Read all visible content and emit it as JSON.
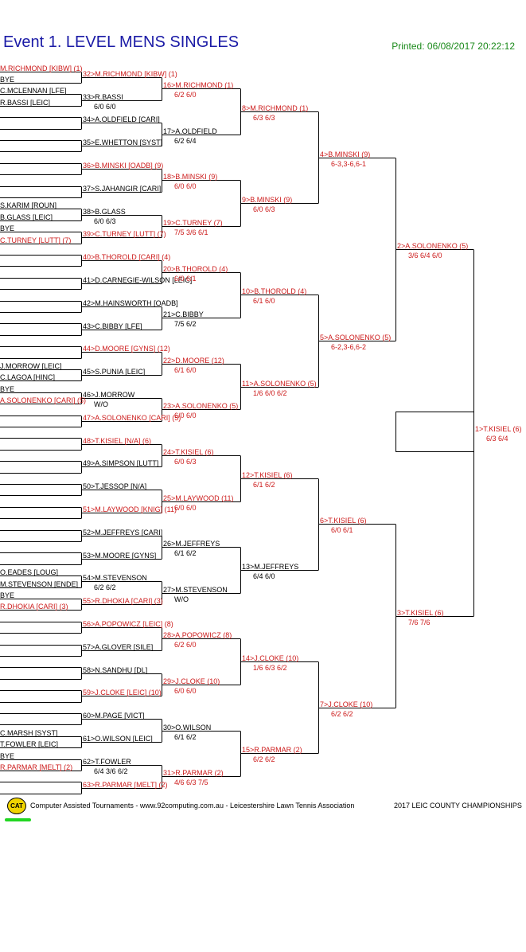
{
  "header": {
    "title": "Event 1. LEVEL MENS SINGLES",
    "printed": "Printed: 06/08/2017 20:22:12"
  },
  "footer": {
    "logo_text": "CAT",
    "credit": "Computer Assisted Tournaments - www.92computing.com.au -  Leicestershire Lawn Tennis Association",
    "event": "2017 LEIC COUNTY CHAMPIONSHIPS"
  },
  "draw": {
    "round1": [
      [
        "M.RICHMOND [KIBW] (1)",
        "red"
      ],
      [
        "BYE",
        "blk"
      ],
      [
        "C.MCLENNAN [LFE]",
        "blk"
      ],
      [
        "R.BASSI [LEIC]",
        "blk"
      ],
      [
        "",
        "blk"
      ],
      [
        "",
        "blk"
      ],
      [
        "",
        "blk"
      ],
      [
        "",
        "blk"
      ],
      [
        "",
        "blk"
      ],
      [
        "",
        "blk"
      ],
      [
        "",
        "blk"
      ],
      [
        "",
        "blk"
      ],
      [
        "S.KARIM [ROUN]",
        "blk"
      ],
      [
        "B.GLASS [LEIC]",
        "blk"
      ],
      [
        "BYE",
        "blk"
      ],
      [
        "C.TURNEY [LUTT] (7)",
        "red"
      ],
      [
        "",
        "blk"
      ],
      [
        "",
        "blk"
      ],
      [
        "",
        "blk"
      ],
      [
        "",
        "blk"
      ],
      [
        "",
        "blk"
      ],
      [
        "",
        "blk"
      ],
      [
        "",
        "blk"
      ],
      [
        "",
        "blk"
      ],
      [
        "",
        "blk"
      ],
      [
        "",
        "blk"
      ],
      [
        "J.MORROW [LEIC]",
        "blk"
      ],
      [
        "C.LAGOA [HINC]",
        "blk"
      ],
      [
        "BYE",
        "blk"
      ],
      [
        "A.SOLONENKO [CARI] (5)",
        "red"
      ],
      [
        "",
        "blk"
      ],
      [
        "",
        "blk"
      ],
      [
        "",
        "blk"
      ],
      [
        "",
        "blk"
      ],
      [
        "",
        "blk"
      ],
      [
        "",
        "blk"
      ],
      [
        "",
        "blk"
      ],
      [
        "",
        "blk"
      ],
      [
        "",
        "blk"
      ],
      [
        "",
        "blk"
      ],
      [
        "",
        "blk"
      ],
      [
        "",
        "blk"
      ],
      [
        "",
        "blk"
      ],
      [
        "",
        "blk"
      ],
      [
        "O.EADES [LOUG]",
        "blk"
      ],
      [
        "M.STEVENSON [ENDE]",
        "blk"
      ],
      [
        "BYE",
        "blk"
      ],
      [
        "R.DHOKIA [CARI] (3)",
        "red"
      ],
      [
        "",
        "blk"
      ],
      [
        "",
        "blk"
      ],
      [
        "",
        "blk"
      ],
      [
        "",
        "blk"
      ],
      [
        "",
        "blk"
      ],
      [
        "",
        "blk"
      ],
      [
        "",
        "blk"
      ],
      [
        "",
        "blk"
      ],
      [
        "",
        "blk"
      ],
      [
        "",
        "blk"
      ],
      [
        "C.MARSH [SYST]",
        "blk"
      ],
      [
        "T.FOWLER [LEIC]",
        "blk"
      ],
      [
        "BYE",
        "blk"
      ],
      [
        "R.PARMAR [MELT] (2)",
        "red"
      ]
    ],
    "round2": [
      [
        "32>M.RICHMOND [KIBW] (1)",
        "",
        "red"
      ],
      [
        "33>R.BASSI",
        "6/0 6/0",
        "blk"
      ],
      [
        "34>A.OLDFIELD [CARI]",
        "",
        "blk"
      ],
      [
        "35>E.WHETTON [SYST]",
        "",
        "blk"
      ],
      [
        "36>B.MINSKI [OADB] (9)",
        "",
        "red"
      ],
      [
        "37>S.JAHANGIR [CARI]",
        "",
        "blk"
      ],
      [
        "38>B.GLASS",
        "6/0 6/3",
        "blk"
      ],
      [
        "39>C.TURNEY [LUTT] (7)",
        "",
        "red"
      ],
      [
        "40>B.THOROLD [CARI] (4)",
        "",
        "red"
      ],
      [
        "41>D.CARNEGIE-WILSON [LEIC]",
        "",
        "blk"
      ],
      [
        "42>M.HAINSWORTH [OADB]",
        "",
        "blk"
      ],
      [
        "43>C.BIBBY [LFE]",
        "",
        "blk"
      ],
      [
        "44>D.MOORE [GYNS] (12)",
        "",
        "red"
      ],
      [
        "45>S.PUNIA [LEIC]",
        "",
        "blk"
      ],
      [
        "46>J.MORROW",
        "W/O",
        "blk"
      ],
      [
        "47>A.SOLONENKO [CARI] (5)",
        "",
        "red"
      ],
      [
        "48>T.KISIEL [N/A] (6)",
        "",
        "red"
      ],
      [
        "49>A.SIMPSON [LUTT]",
        "",
        "blk"
      ],
      [
        "50>T.JESSOP [N/A]",
        "",
        "blk"
      ],
      [
        "51>M.LAYWOOD [KNIG] (11)",
        "",
        "red"
      ],
      [
        "52>M.JEFFREYS [CARI]",
        "",
        "blk"
      ],
      [
        "53>M.MOORE [GYNS]",
        "",
        "blk"
      ],
      [
        "54>M.STEVENSON",
        "6/2 6/2",
        "blk"
      ],
      [
        "55>R.DHOKIA [CARI] (3)",
        "",
        "red"
      ],
      [
        "56>A.POPOWICZ [LEIC] (8)",
        "",
        "red"
      ],
      [
        "57>A.GLOVER [SILE]",
        "",
        "blk"
      ],
      [
        "58>N.SANDHU [DL]",
        "",
        "blk"
      ],
      [
        "59>J.CLOKE [LEIC] (10)",
        "",
        "red"
      ],
      [
        "60>M.PAGE [VICT]",
        "",
        "blk"
      ],
      [
        "61>O.WILSON [LEIC]",
        "",
        "blk"
      ],
      [
        "62>T.FOWLER",
        "6/4 3/6 6/2",
        "blk"
      ],
      [
        "63>R.PARMAR [MELT] (2)",
        "",
        "red"
      ]
    ],
    "round3": [
      [
        "16>M.RICHMOND (1)",
        "6/2 6/0",
        "red"
      ],
      [
        "17>A.OLDFIELD",
        "6/2 6/4",
        "blk"
      ],
      [
        "18>B.MINSKI (9)",
        "6/0 6/0",
        "red"
      ],
      [
        "19>C.TURNEY (7)",
        "7/5 3/6 6/1",
        "red"
      ],
      [
        "20>B.THOROLD (4)",
        "6/0 6/1",
        "red"
      ],
      [
        "21>C.BIBBY",
        "7/5 6/2",
        "blk"
      ],
      [
        "22>D.MOORE (12)",
        "6/1 6/0",
        "red"
      ],
      [
        "23>A.SOLONENKO (5)",
        "6/0 6/0",
        "red"
      ],
      [
        "24>T.KISIEL (6)",
        "6/0 6/3",
        "red"
      ],
      [
        "25>M.LAYWOOD (11)",
        "6/0 6/0",
        "red"
      ],
      [
        "26>M.JEFFREYS",
        "6/1 6/2",
        "blk"
      ],
      [
        "27>M.STEVENSON",
        "W/O",
        "blk"
      ],
      [
        "28>A.POPOWICZ (8)",
        "6/2 6/0",
        "red"
      ],
      [
        "29>J.CLOKE (10)",
        "6/0 6/0",
        "red"
      ],
      [
        "30>O.WILSON",
        "6/1 6/2",
        "blk"
      ],
      [
        "31>R.PARMAR (2)",
        "4/6 6/3 7/5",
        "red"
      ]
    ],
    "round4": [
      [
        "8>M.RICHMOND (1)",
        "6/3 6/3",
        "red"
      ],
      [
        "9>B.MINSKI (9)",
        "6/0 6/3",
        "red"
      ],
      [
        "10>B.THOROLD (4)",
        "6/1 6/0",
        "red"
      ],
      [
        "11>A.SOLONENKO (5)",
        "1/6 6/0 6/2",
        "red"
      ],
      [
        "12>T.KISIEL (6)",
        "6/1 6/2",
        "red"
      ],
      [
        "13>M.JEFFREYS",
        "6/4 6/0",
        "blk"
      ],
      [
        "14>J.CLOKE (10)",
        "1/6 6/3 6/2",
        "red"
      ],
      [
        "15>R.PARMAR (2)",
        "6/2 6/2",
        "red"
      ]
    ],
    "round5": [
      [
        "4>B.MINSKI (9)",
        "6-3,3-6,6-1",
        "red"
      ],
      [
        "5>A.SOLONENKO (5)",
        "6-2,3-6,6-2",
        "red"
      ],
      [
        "6>T.KISIEL (6)",
        "6/0 6/1",
        "red"
      ],
      [
        "7>J.CLOKE (10)",
        "6/2 6/2",
        "red"
      ]
    ],
    "round6": [
      [
        "2>A.SOLONENKO (5)",
        "3/6 6/4 6/0",
        "red"
      ],
      [
        "3>T.KISIEL (6)",
        "7/6 7/6",
        "red"
      ]
    ],
    "round7": [
      [
        "1>T.KISIEL (6)",
        "6/3 6/4",
        "red"
      ]
    ]
  }
}
